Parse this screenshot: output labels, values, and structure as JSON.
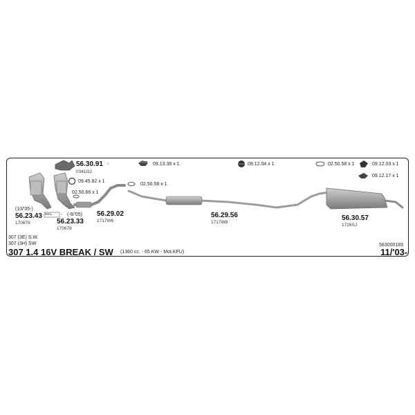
{
  "diagram": {
    "parts": [
      {
        "id": "p1",
        "number": "56.23.43",
        "code": "170679",
        "note": "(10/'05-)"
      },
      {
        "id": "p2",
        "number": "56.23.33",
        "code": "170678",
        "note": "(-9/'05)"
      },
      {
        "id": "p3",
        "number": "56.30.91",
        "code": "0341G2"
      },
      {
        "id": "p4",
        "number": "56.29.02",
        "code": "1717W6"
      },
      {
        "id": "p5",
        "number": "56.29.56",
        "code": "1717W8"
      },
      {
        "id": "p6",
        "number": "56.30.57",
        "code": "1726SJ"
      }
    ],
    "fittings": [
      {
        "id": "f1",
        "text": "09.13.38 x 1"
      },
      {
        "id": "f2",
        "text": "09.12.04 x 1"
      },
      {
        "id": "f3",
        "text": "02.50.58 x 1"
      },
      {
        "id": "f4",
        "text": "09.12.03 x 1"
      },
      {
        "id": "f5",
        "text": "09.12.17 x 1"
      },
      {
        "id": "f6",
        "text": "09.45.82 x 1"
      },
      {
        "id": "f7",
        "text": "02.50.66 x 1"
      },
      {
        "id": "f8",
        "text": "02.50.58 x 1"
      }
    ],
    "incl_label": "INCL.",
    "p3_dash": "-",
    "p2_dash": "-"
  },
  "footer": {
    "variant_line1": "307 (3E) S.W.",
    "variant_line2": "307 (3H) SW",
    "model": "307  1.4 16V BREAK / SW",
    "spec": "(1360 cc. - 65 KW - Mot.KFU)",
    "catalog_no": "563000183",
    "date": "11/'03-"
  },
  "colors": {
    "part_fill": "#a8a8a8",
    "part_stroke": "#6e6e6e",
    "pipe": "#8a8a8a",
    "border": "#222222"
  }
}
